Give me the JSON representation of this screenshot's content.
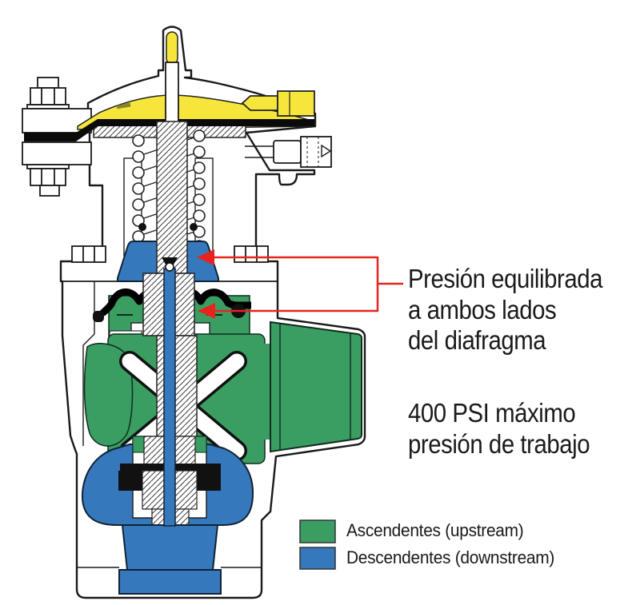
{
  "diagram": {
    "type": "valve-cross-section",
    "subject": "balanced pressure regulating valve cutaway",
    "annotations": {
      "balanced_pressure": {
        "line1": "Presión equilibrada",
        "line2": "a ambos lados",
        "line3": "del diafragma"
      },
      "max_pressure": {
        "line1": "400 PSI máximo",
        "line2": "presión de trabajo"
      }
    },
    "legend": {
      "upstream": {
        "label": "Ascendentes (upstream)",
        "color": "#3a9e63"
      },
      "downstream": {
        "label": "Descendentes (downstream)",
        "color": "#3578bc"
      }
    },
    "colors": {
      "upstream_green": "#3a9e63",
      "downstream_blue": "#3578bc",
      "pilot_yellow": "#f6e63c",
      "annotation_red": "#e8231e",
      "outline_black": "#1a1a1a"
    }
  }
}
